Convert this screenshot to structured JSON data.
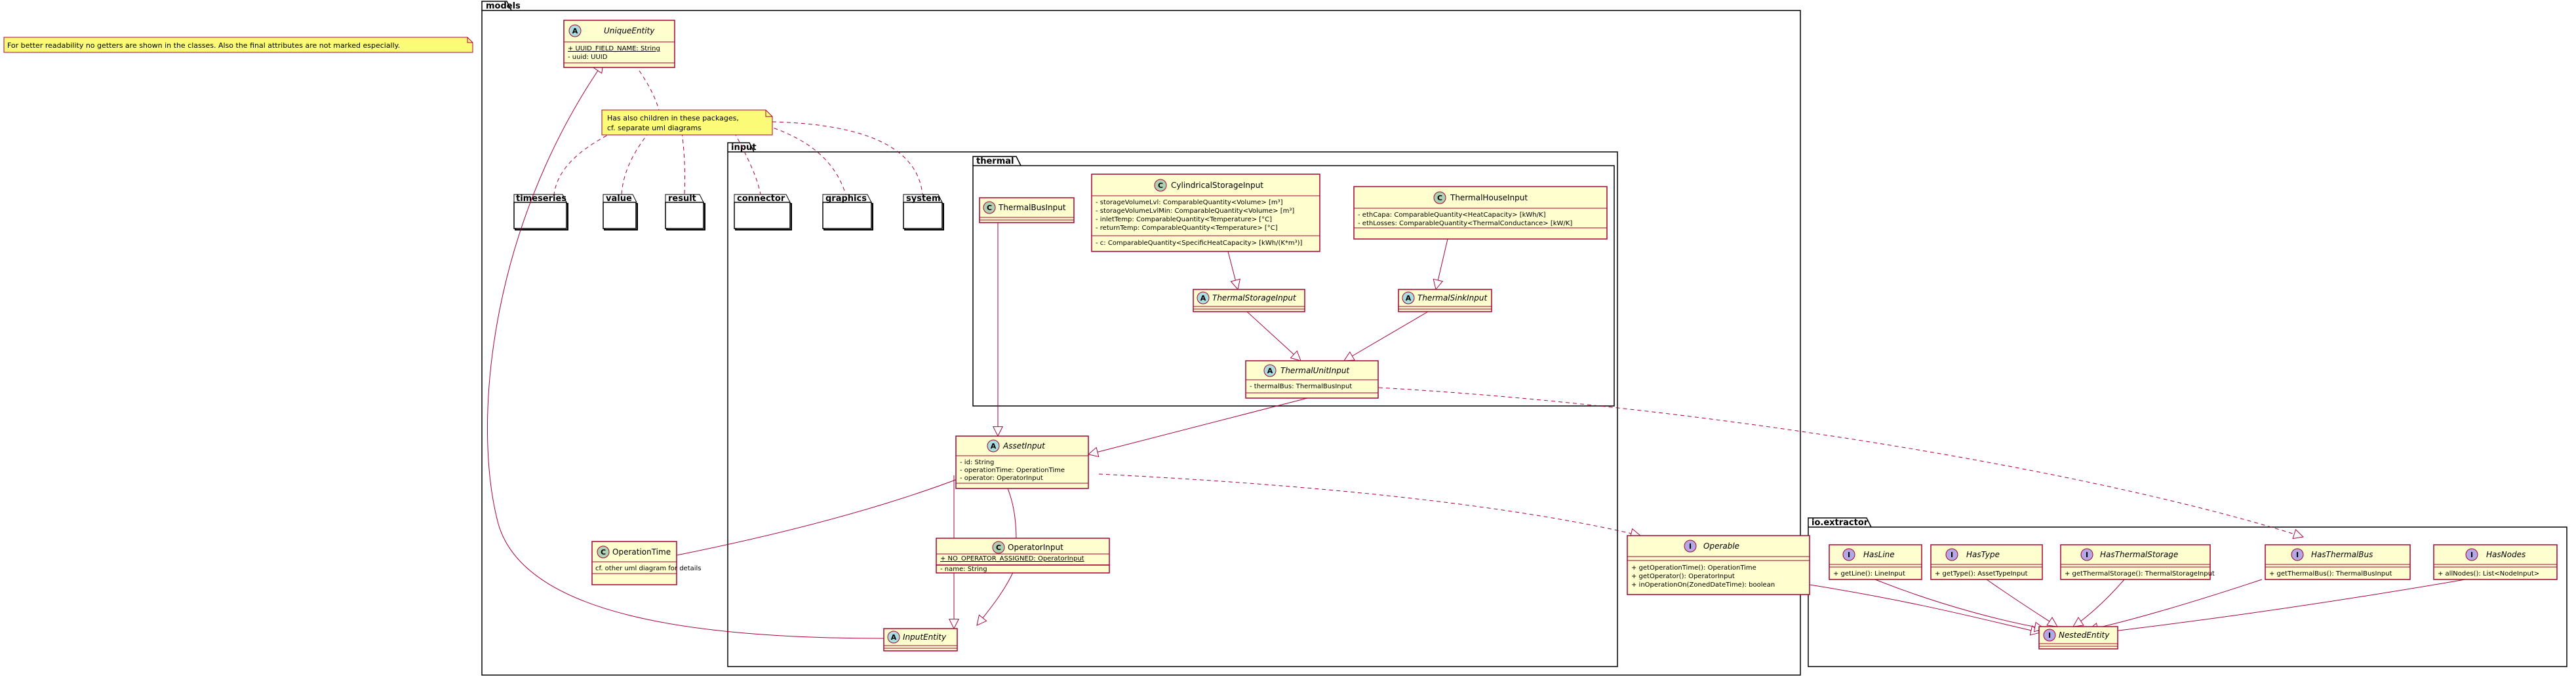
{
  "colors": {
    "class_fill": "#FEFECE",
    "class_border": "#A80036",
    "note_fill": "#FBFB77",
    "note_border": "#A80036",
    "package_border": "#000000",
    "edge": "#A80036",
    "badge_class": "#ADD1B2",
    "badge_abstract": "#A9DCDF",
    "badge_interface": "#B4A7E5"
  },
  "notes": {
    "readability": "For better readability no getters are shown in the classes. Also the final attributes are not marked especially.",
    "children_line1": "Has also children in these packages,",
    "children_line2": "cf. separate uml diagrams"
  },
  "packages": {
    "models": "models",
    "input": "input",
    "thermal": "thermal",
    "io_extractor": "io.extractor",
    "timeseries": "timeseries",
    "value": "value",
    "result": "result",
    "connector": "connector",
    "graphics": "graphics",
    "system": "system"
  },
  "classes": {
    "unique_entity": {
      "badge": "A",
      "name": "UniqueEntity",
      "attrs": [
        "+ UUID_FIELD_NAME: String",
        "- uuid: UUID"
      ]
    },
    "thermal_bus_input": {
      "badge": "C",
      "name": "ThermalBusInput",
      "attrs": []
    },
    "cylindrical_storage_input": {
      "badge": "C",
      "name": "CylindricalStorageInput",
      "attrs": [
        "- storageVolumeLvl: ComparableQuantity<Volume> [m³]",
        "- storageVolumeLvlMin: ComparableQuantity<Volume> [m³]",
        "- inletTemp: ComparableQuantity<Temperature> [°C]",
        "- returnTemp: ComparableQuantity<Temperature> [°C]"
      ],
      "methods": [
        "- c: ComparableQuantity<SpecificHeatCapacity> [kWh/(K*m³)]"
      ]
    },
    "thermal_house_input": {
      "badge": "C",
      "name": "ThermalHouseInput",
      "attrs": [
        "- ethCapa: ComparableQuantity<HeatCapacity> [kWh/K]",
        "- ethLosses: ComparableQuantity<ThermalConductance> [kW/K]"
      ]
    },
    "thermal_storage_input": {
      "badge": "A",
      "name": "ThermalStorageInput",
      "attrs": []
    },
    "thermal_sink_input": {
      "badge": "A",
      "name": "ThermalSinkInput",
      "attrs": []
    },
    "thermal_unit_input": {
      "badge": "A",
      "name": "ThermalUnitInput",
      "attrs": [
        "- thermalBus: ThermalBusInput"
      ]
    },
    "asset_input": {
      "badge": "A",
      "name": "AssetInput",
      "attrs": [
        "- id: String",
        "- operationTime: OperationTime",
        "- operator: OperatorInput"
      ]
    },
    "operation_time": {
      "badge": "C",
      "name": "OperationTime",
      "attrs": [
        "cf. other uml diagram for details"
      ]
    },
    "operator_input": {
      "badge": "C",
      "name": "OperatorInput",
      "attrs": [
        "+ NO_OPERATOR_ASSIGNED: OperatorInput",
        "- name: String"
      ]
    },
    "input_entity": {
      "badge": "A",
      "name": "InputEntity",
      "attrs": []
    },
    "operable": {
      "badge": "I",
      "name": "Operable",
      "attrs": [
        "+ getOperationTime(): OperationTime",
        "+ getOperator(): OperatorInput",
        "+ inOperationOn(ZonedDateTime): boolean"
      ]
    },
    "has_line": {
      "badge": "I",
      "name": "HasLine",
      "attrs": [
        "+ getLine(): LineInput"
      ]
    },
    "has_type": {
      "badge": "I",
      "name": "HasType",
      "attrs": [
        "+ getType(): AssetTypeInput"
      ]
    },
    "has_thermal_storage": {
      "badge": "I",
      "name": "HasThermalStorage",
      "attrs": [
        "+ getThermalStorage(): ThermalStorageInput"
      ]
    },
    "has_thermal_bus": {
      "badge": "I",
      "name": "HasThermalBus",
      "attrs": [
        "+ getThermalBus(): ThermalBusInput"
      ]
    },
    "has_nodes": {
      "badge": "I",
      "name": "HasNodes",
      "attrs": [
        "+ allNodes(): List<NodeInput>"
      ]
    },
    "nested_entity": {
      "badge": "I",
      "name": "NestedEntity",
      "attrs": []
    }
  }
}
